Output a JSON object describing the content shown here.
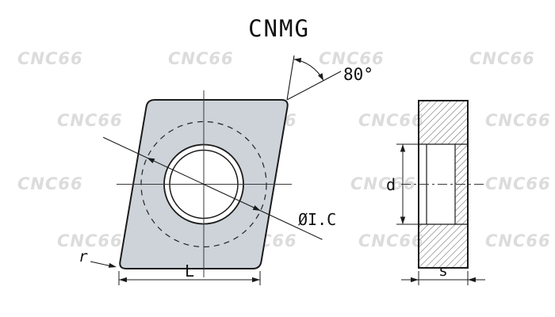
{
  "title": "CNMG",
  "watermark": {
    "text": "CNC66"
  },
  "labels": {
    "angle": "80°",
    "inscribed_circle": "ØI.C",
    "length": "L",
    "corner_radius": "r",
    "hole_diameter": "d",
    "thickness": "s"
  },
  "colors": {
    "insert_fill": "#cdd3d9",
    "line": "#1b1b1b",
    "watermark": "#dcdcdc"
  }
}
